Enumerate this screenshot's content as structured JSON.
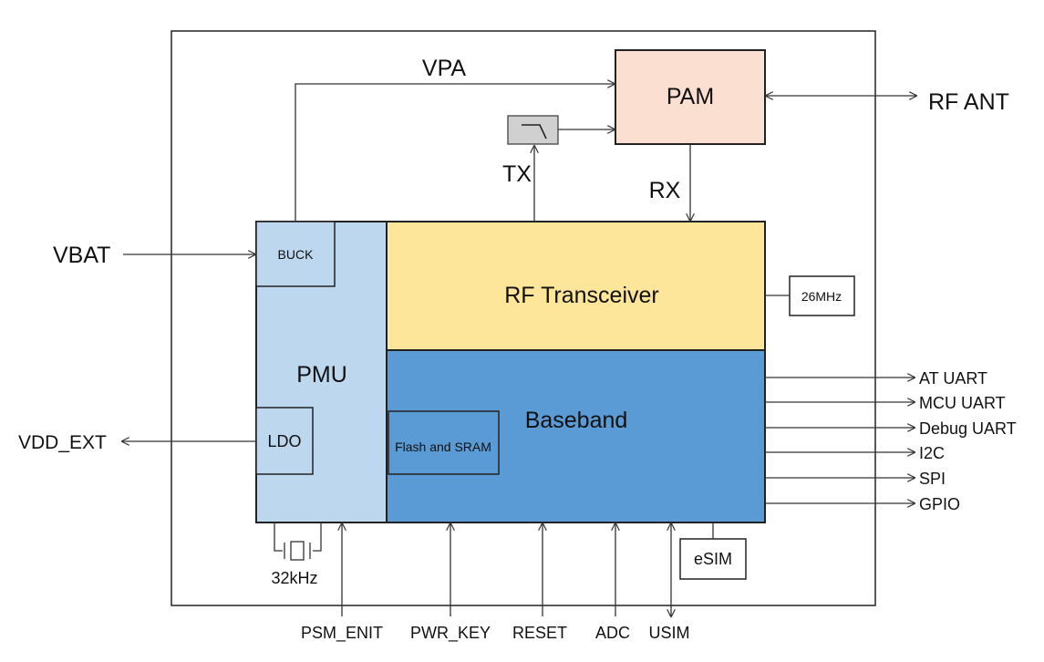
{
  "blocks": {
    "pam": "PAM",
    "rf_transceiver": "RF Transceiver",
    "baseband": "Baseband",
    "pmu": "PMU",
    "buck": "BUCK",
    "ldo": "LDO",
    "flash_sram": "Flash and SRAM",
    "crystal_26": "26MHz",
    "esim": "eSIM",
    "crystal_32": "32kHz"
  },
  "signals": {
    "vpa": "VPA",
    "rf_ant": "RF ANT",
    "tx": "TX",
    "rx": "RX",
    "vbat": "VBAT",
    "vdd_ext": "VDD_EXT"
  },
  "right_interfaces": [
    "AT UART",
    "MCU UART",
    "Debug UART",
    "I2C",
    "SPI",
    "GPIO"
  ],
  "bottom_pins": [
    "PSM_ENIT",
    "PWR_KEY",
    "RESET",
    "ADC",
    "USIM"
  ],
  "colors": {
    "pam_fill": "#FBE0D2",
    "rf_fill": "#FDE59A",
    "baseband_fill": "#5B9BD5",
    "pmu_fill": "#BDD7EE",
    "filter_fill": "#D0D0D0"
  }
}
